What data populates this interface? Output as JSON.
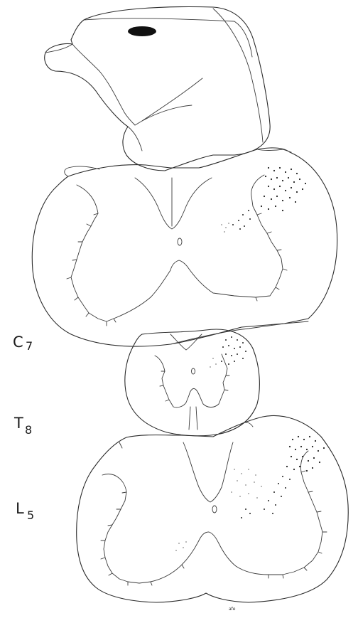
{
  "labels": {
    "c7": {
      "main": "C",
      "sub": "7"
    },
    "t8": {
      "main": "T",
      "sub": "8"
    },
    "l5": {
      "main": "L",
      "sub": "5"
    }
  },
  "signature": "afe",
  "colors": {
    "line": "#2a2a2a",
    "background": "#ffffff"
  }
}
